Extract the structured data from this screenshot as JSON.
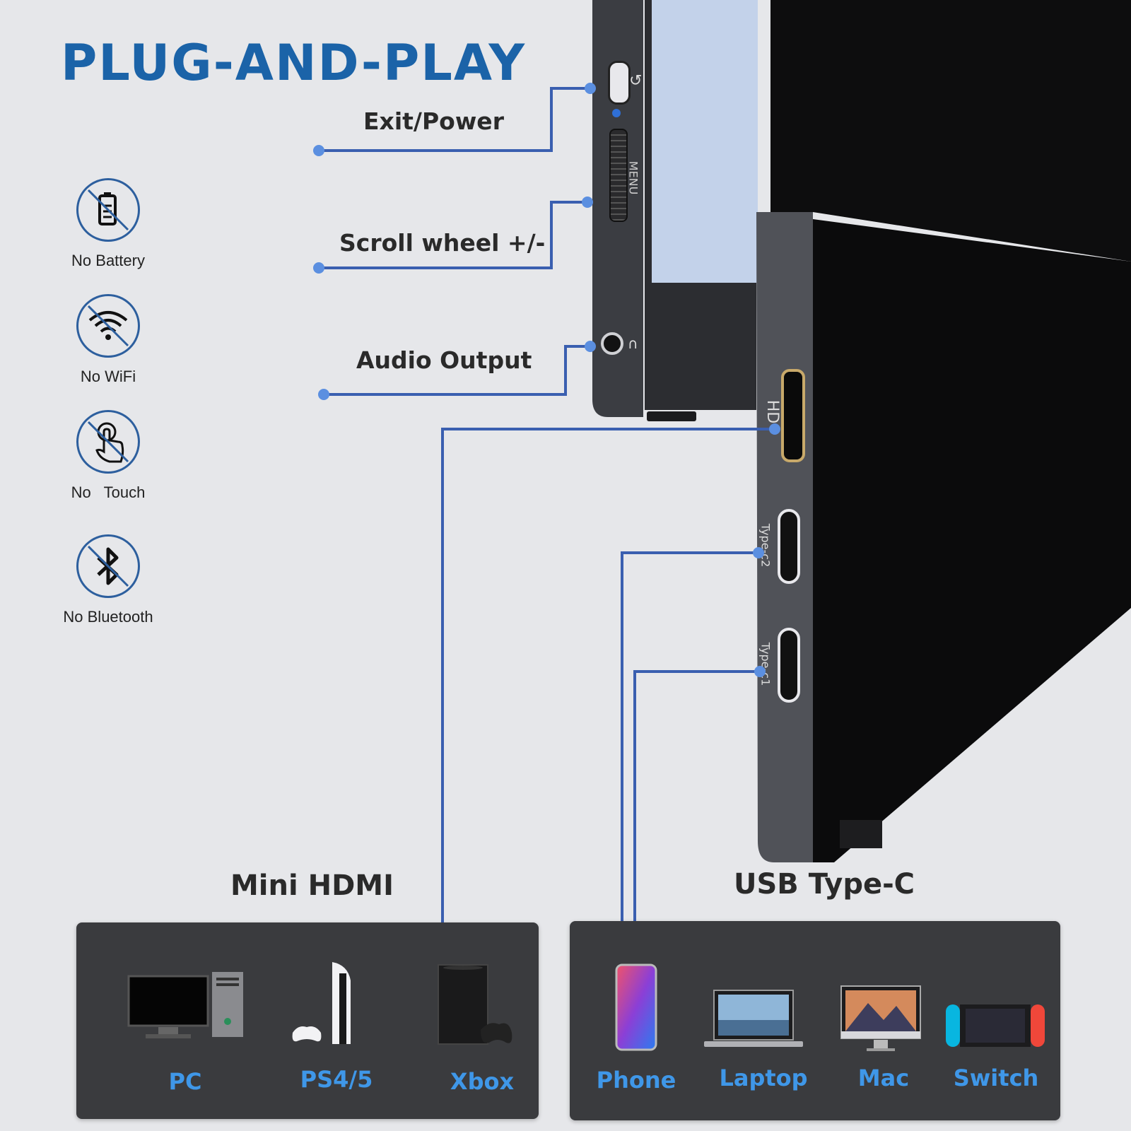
{
  "headline": "PLUG-AND-PLAY",
  "features": [
    {
      "label": "No Battery",
      "icon": "battery-icon"
    },
    {
      "label": "No WiFi",
      "icon": "wifi-icon"
    },
    {
      "label": "No   Touch",
      "icon": "touch-icon"
    },
    {
      "label": "No Bluetooth",
      "icon": "bluetooth-icon"
    }
  ],
  "callouts": {
    "exit_power": "Exit/Power",
    "scroll_wheel": "Scroll wheel +/-",
    "audio_output": "Audio Output"
  },
  "monitor": {
    "menu_label": "MENU",
    "hdmi_label": "HD",
    "typec2_label": "Type-c2",
    "typec1_label": "Type-c1"
  },
  "groups": {
    "mini_hdmi": {
      "title": "Mini HDMI",
      "devices": [
        "PC",
        "PS4/5",
        "Xbox"
      ]
    },
    "usb_typec": {
      "title": "USB Type-C",
      "devices": [
        "Phone",
        "Laptop",
        "Mac",
        "Switch"
      ]
    }
  },
  "colors": {
    "headline": "#1b63a8",
    "connector_line": "#3a5fb0",
    "connector_dot": "#5b8fe0",
    "device_label": "#3f97e8",
    "panel": "#3a3b3e"
  }
}
